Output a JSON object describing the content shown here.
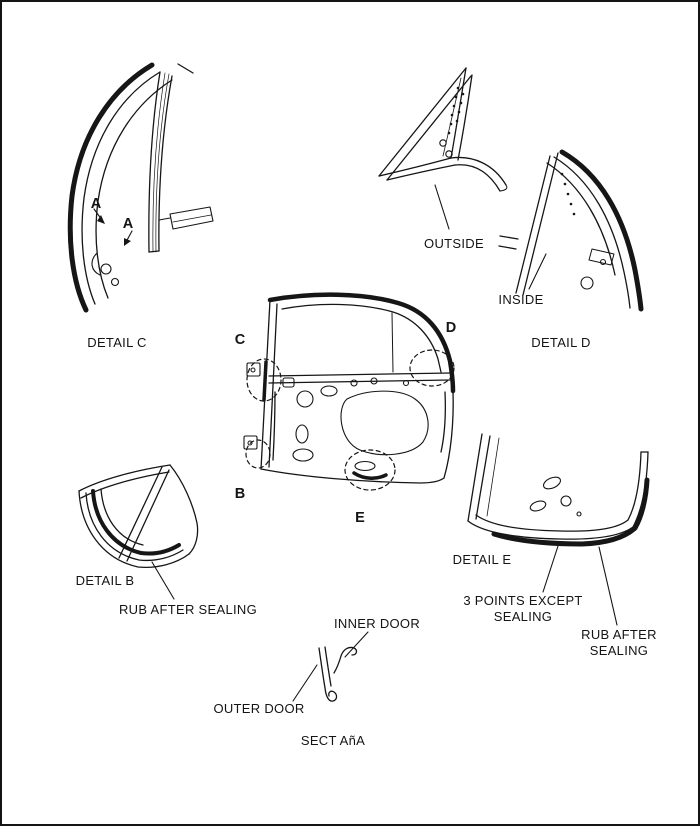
{
  "figure": {
    "background": "#ffffff",
    "ink": "#161616"
  },
  "callouts": {
    "a1": "A",
    "a2": "A",
    "c": "C",
    "d": "D",
    "b": "B",
    "e": "E"
  },
  "captions": {
    "detail_c": "DETAIL C",
    "outside": "OUTSIDE",
    "inside": "INSIDE",
    "detail_d": "DETAIL D",
    "detail_b": "DETAIL B",
    "rub_after_sealing": "RUB AFTER SEALING",
    "detail_e": "DETAIL E",
    "three_points_line1": "3 POINTS EXCEPT",
    "three_points_line2": "SEALING",
    "rub_after_line1": "RUB AFTER",
    "rub_after_line2": "SEALING",
    "inner_door": "INNER DOOR",
    "outer_door": "OUTER DOOR",
    "section": "SECT AñA"
  }
}
